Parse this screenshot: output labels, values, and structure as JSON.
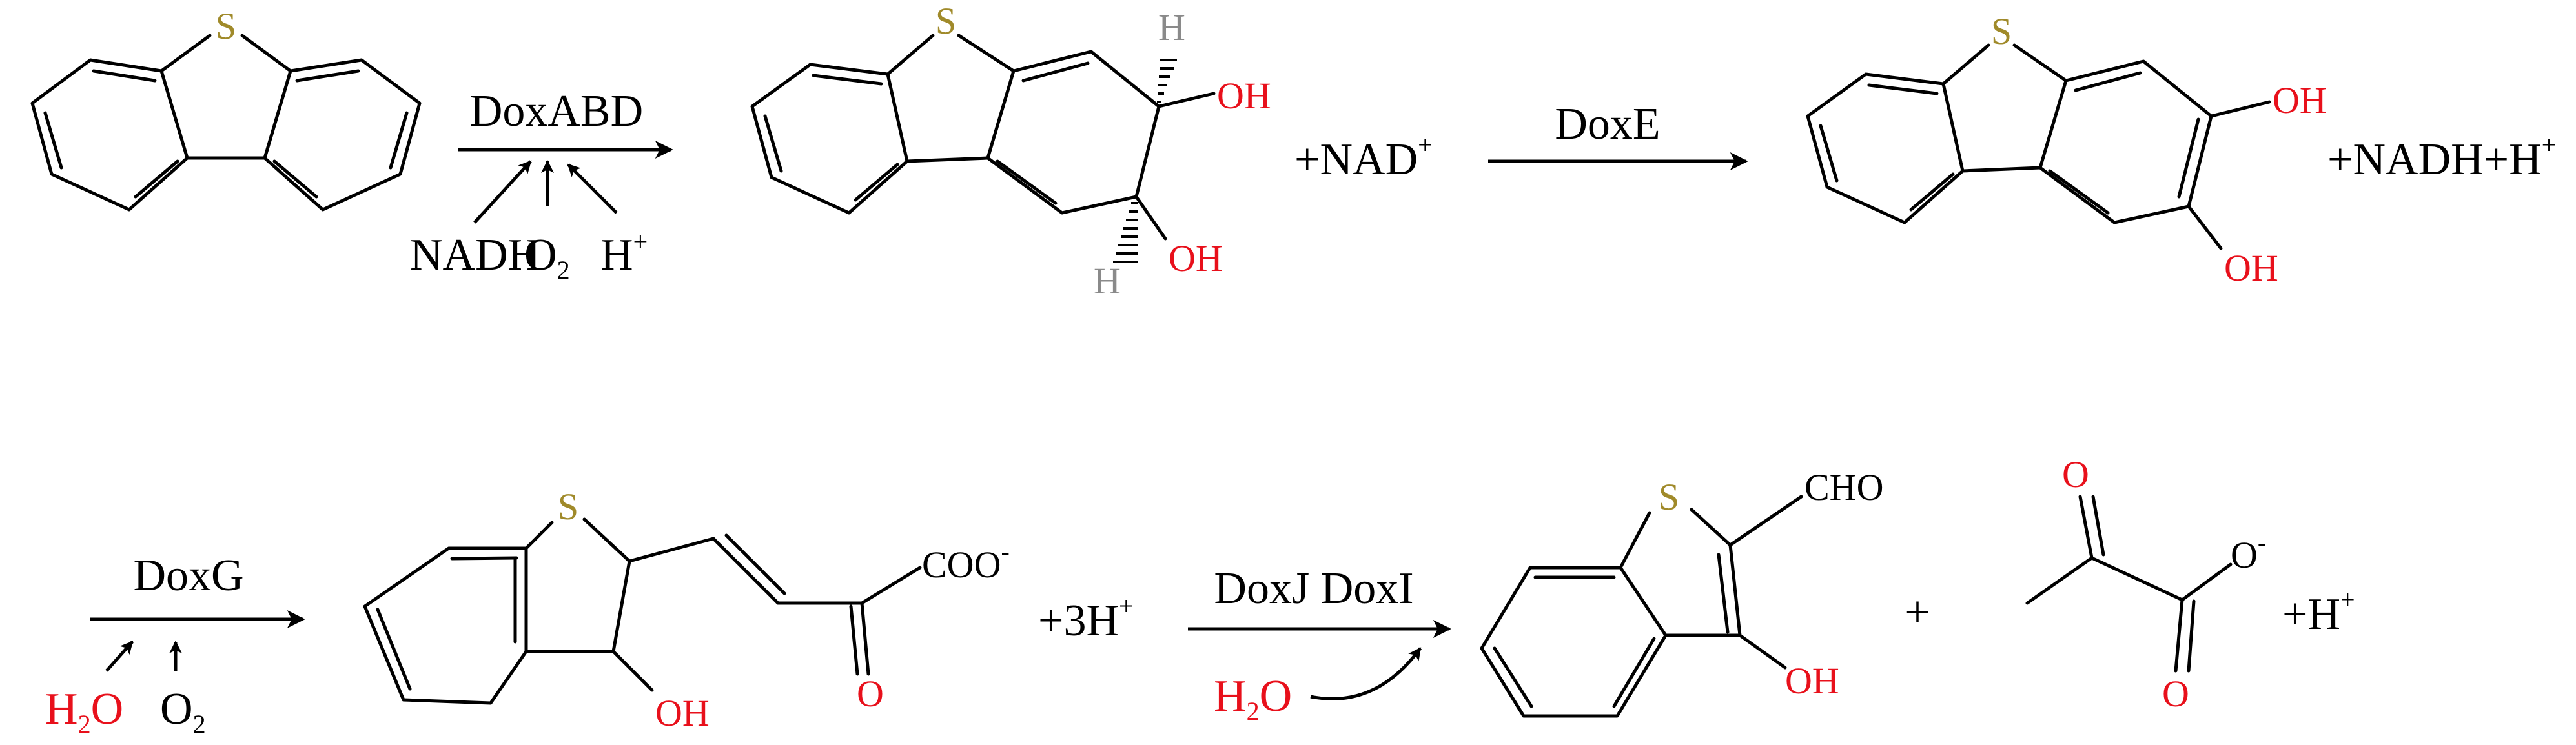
{
  "colors": {
    "oxygen": "#e8101b",
    "sulfur": "#a08a2a",
    "hydrogen": "#8a8a8a",
    "bond": "#000000"
  },
  "row1": {
    "step1": {
      "enzyme": "DoxABD",
      "cofactors": {
        "nadh": "NADH",
        "o2_main": "O",
        "o2_sub": "2",
        "h_main": "H",
        "h_sup": "+"
      }
    },
    "product1": {
      "s": "S",
      "oh_a": "OH",
      "oh_b": "OH",
      "h_a": "H",
      "h_b": "H"
    },
    "plus_nad": {
      "main": "+NAD",
      "sup": "+"
    },
    "step2": {
      "enzyme": "DoxE"
    },
    "product2": {
      "s": "S",
      "oh_a": "OH",
      "oh_b": "OH"
    },
    "plus_nadh": {
      "main": "+NADH+H",
      "sup": "+"
    }
  },
  "row2": {
    "step3": {
      "enzyme": "DoxG",
      "cofactors": {
        "h2o_h": "H",
        "h2o_2": "2",
        "h2o_o": "O",
        "o2_main": "O",
        "o2_sub": "2"
      }
    },
    "product3": {
      "s": "S",
      "oh": "OH",
      "o": "O",
      "coo_main": "COO",
      "coo_sup": "-"
    },
    "plus_3h": {
      "main": "+3H",
      "sup": "+"
    },
    "step4": {
      "enzyme": "DoxJ DoxI",
      "cofactor": {
        "h2o_h": "H",
        "h2o_2": "2",
        "h2o_o": "O"
      }
    },
    "product4": {
      "s": "S",
      "cho": "CHO",
      "oh": "OH"
    },
    "plus": "+",
    "pyruvate": {
      "o_top": "O",
      "o_bottom": "O",
      "o_minus_main": "O",
      "o_minus_sup": "-"
    },
    "plus_h": {
      "main": "+H",
      "sup": "+"
    }
  }
}
